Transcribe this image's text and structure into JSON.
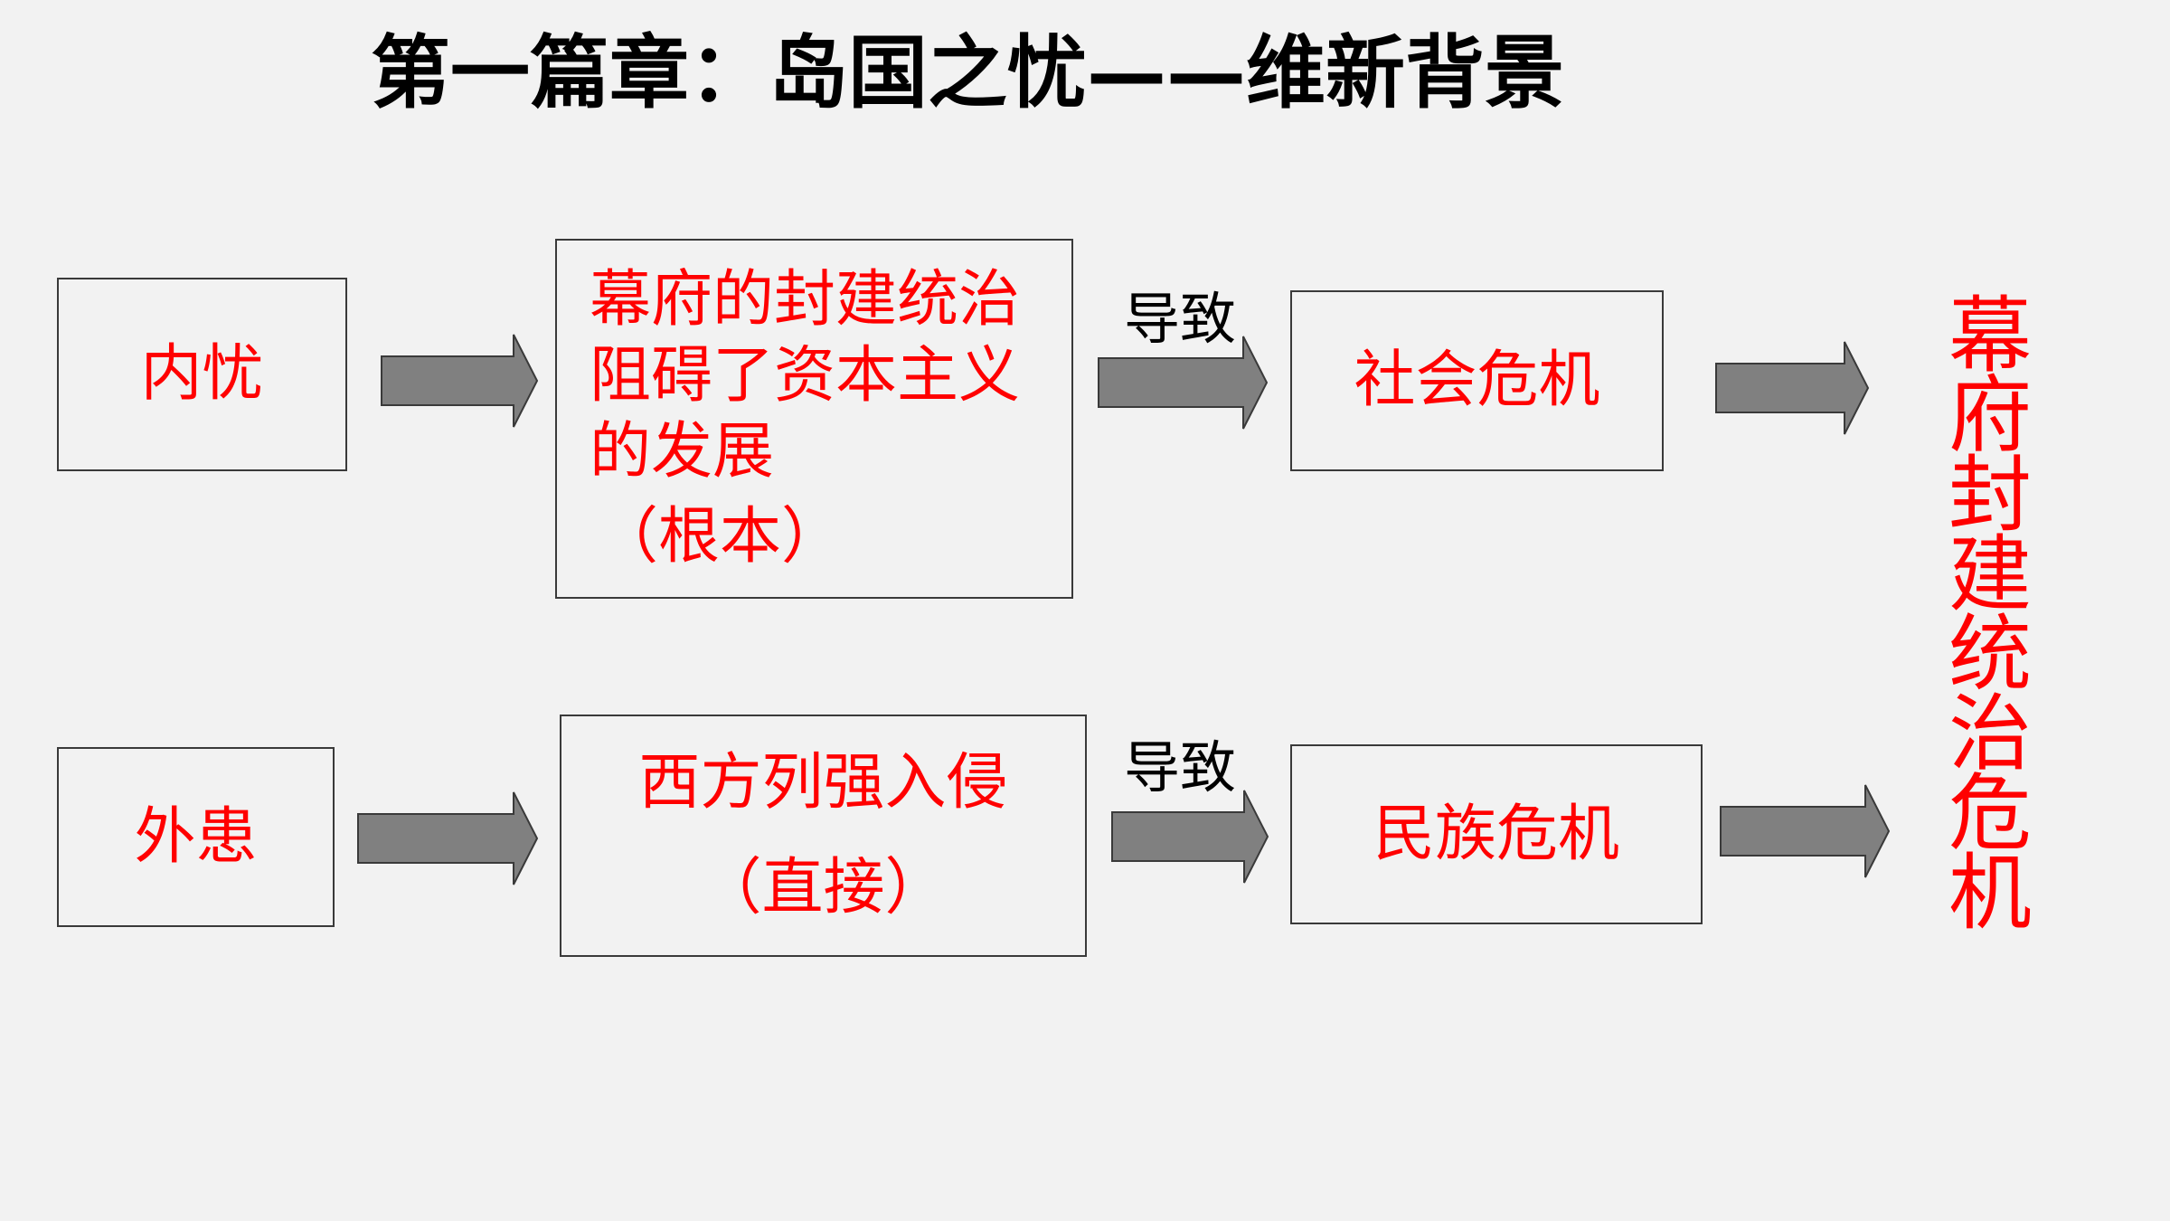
{
  "title": "第一篇章：岛国之忧——维新背景",
  "rows": [
    {
      "category": "内忧",
      "cause_lines": [
        "幕府的封建统治",
        "阻碍了资本主义",
        "的发展"
      ],
      "cause_note": "（根本）",
      "link_label": "导致",
      "result": "社会危机"
    },
    {
      "category": "外患",
      "cause_lines": [
        "西方列强入侵"
      ],
      "cause_note": "（直接）",
      "link_label": "导致",
      "result": "民族危机"
    }
  ],
  "conclusion_chars": [
    "幕",
    "府",
    "封",
    "建",
    "统",
    "治",
    "危",
    "机"
  ],
  "colors": {
    "accent": "#ff0000",
    "arrow_fill": "#808080",
    "background": "#f2f2f2"
  }
}
